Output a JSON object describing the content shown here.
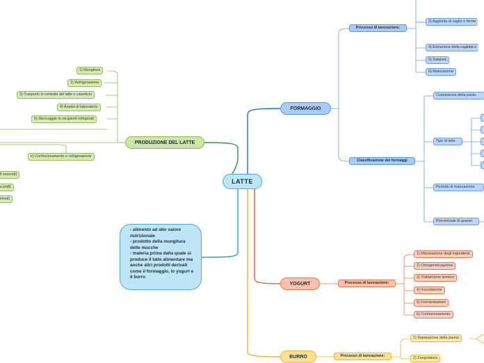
{
  "root": {
    "label": "LATTE"
  },
  "note": {
    "text": "- alimento ad alto valore nutrizionale\n- prodotto della mungitura delle mucche\n- materia prima dalla quale si produce il latte alimentare ma anche altri prodotti derivati come il formaggio, lo yogurt e il burro"
  },
  "produzione": {
    "label": "PRODUZIONE DEL LATTE",
    "steps": [
      "1) Mungitura",
      "2) Refrigerazione",
      "3) Trasporto in centrale del latte o caseificio",
      "4) Analisi di laboratorio",
      "5) Stoccaggio in recipienti refrigerati"
    ],
    "partial_left": [
      "e) Confezionamento e refrigerazione",
      ",5 secondi)",
      "econdi)",
      "minuti)"
    ]
  },
  "formaggio": {
    "label": "FORMAGGIO",
    "processo": {
      "label": "Processo di lavorazione:",
      "steps": [
        "3) Aggiunta di caglio e ferme",
        "4) Estrazione della cagliata e",
        "5) Salatura",
        "6) Maturazione"
      ]
    },
    "classificazione": {
      "label": "Classificazione dei formaggi",
      "items": [
        "Consistenza della pasta",
        "Tipo di latte",
        "Periodo di maturazione",
        "Percentuale di grasso"
      ]
    }
  },
  "yogurt": {
    "label": "YOGURT",
    "processo": {
      "label": "Processo di lavorazione:",
      "steps": [
        "1) Miscelazione degli ingredienti",
        "2) Omogeneizzazione",
        "3) Trattamento termico",
        "4) Inoculazione",
        "5) Fermentazione",
        "6) Confezionamento"
      ]
    }
  },
  "burro": {
    "label": "BURRO",
    "processo": {
      "label": "Processo di lavorazione:",
      "steps": [
        "1) Separazione della panna",
        "2) Zangolatura"
      ]
    }
  },
  "colors": {
    "green": "#2e9a4a",
    "blue": "#1c6fc8",
    "orange": "#e0623a",
    "yellow": "#f0b632",
    "teal": "#2e9fc8"
  }
}
